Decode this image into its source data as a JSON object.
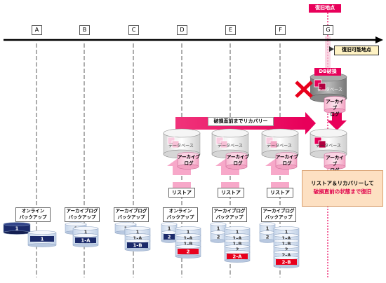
{
  "points": [
    "A",
    "B",
    "C",
    "D",
    "E",
    "F",
    "G"
  ],
  "recovery_point_label": "復旧地点",
  "recoverable_point_label": "復旧可能地点",
  "db_damaged_label": "DB破損",
  "recovery_arrow_label": "破損直前までリカバリー",
  "archive_log_label": "アーカイブ\nログ",
  "database_label": "データベース",
  "restore_label": "リストア",
  "backup_labels": [
    "オンライン\nバックアップ",
    "アーカイブログ\nバックアップ",
    "アーカイブログ\nバックアップ",
    "オンライン\nバックアップ",
    "アーカイブログ\nバックアップ",
    "アーカイブログ\nバックアップ"
  ],
  "tape_labels": {
    "A": [
      "1",
      "1"
    ],
    "B": [
      "1",
      "1",
      "1-A"
    ],
    "C": [
      "1",
      "1",
      "1-A",
      "1-B"
    ],
    "D": [
      "1",
      "1",
      "1-A",
      "1-B",
      "2",
      "2"
    ],
    "E": [
      "1",
      "1",
      "1-A",
      "1-B",
      "2",
      "2-A"
    ],
    "F": [
      "1",
      "1",
      "1-A",
      "1-B",
      "2",
      "2-A",
      "2-B"
    ]
  },
  "note": {
    "line1": "リストア＆リカバリーして",
    "line2": "破損直前の状態まで復旧"
  },
  "colors": {
    "accent_pink": "#e8005a",
    "light_pink": "#f7a8c9",
    "navy": "#1b2a6b",
    "note_bg": "#fde0c2"
  }
}
